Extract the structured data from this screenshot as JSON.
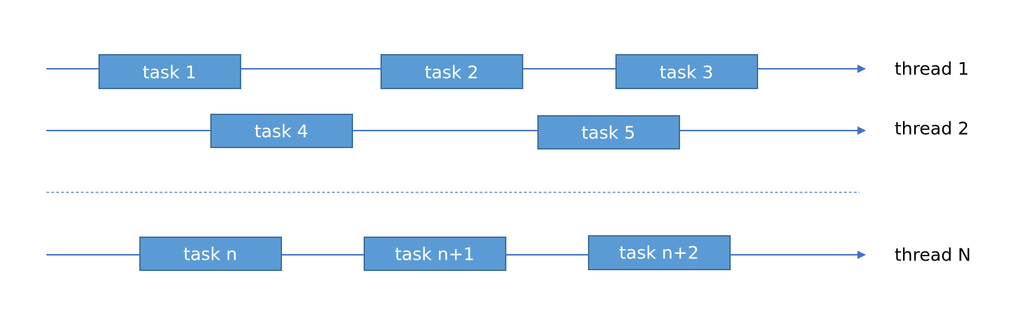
{
  "colors": {
    "line": "#4472c4",
    "box_fill": "#5b9bd5",
    "box_border": "#41719c",
    "task_text": "#ffffff",
    "thread_text": "#000000"
  },
  "threads": [
    {
      "label": "thread 1",
      "tasks": [
        "task 1",
        "task 2",
        "task 3"
      ]
    },
    {
      "label": "thread 2",
      "tasks": [
        "task 4",
        "task 5"
      ]
    },
    {
      "label": "thread N",
      "tasks": [
        "task n",
        "task n+1",
        "task n+2"
      ]
    }
  ]
}
